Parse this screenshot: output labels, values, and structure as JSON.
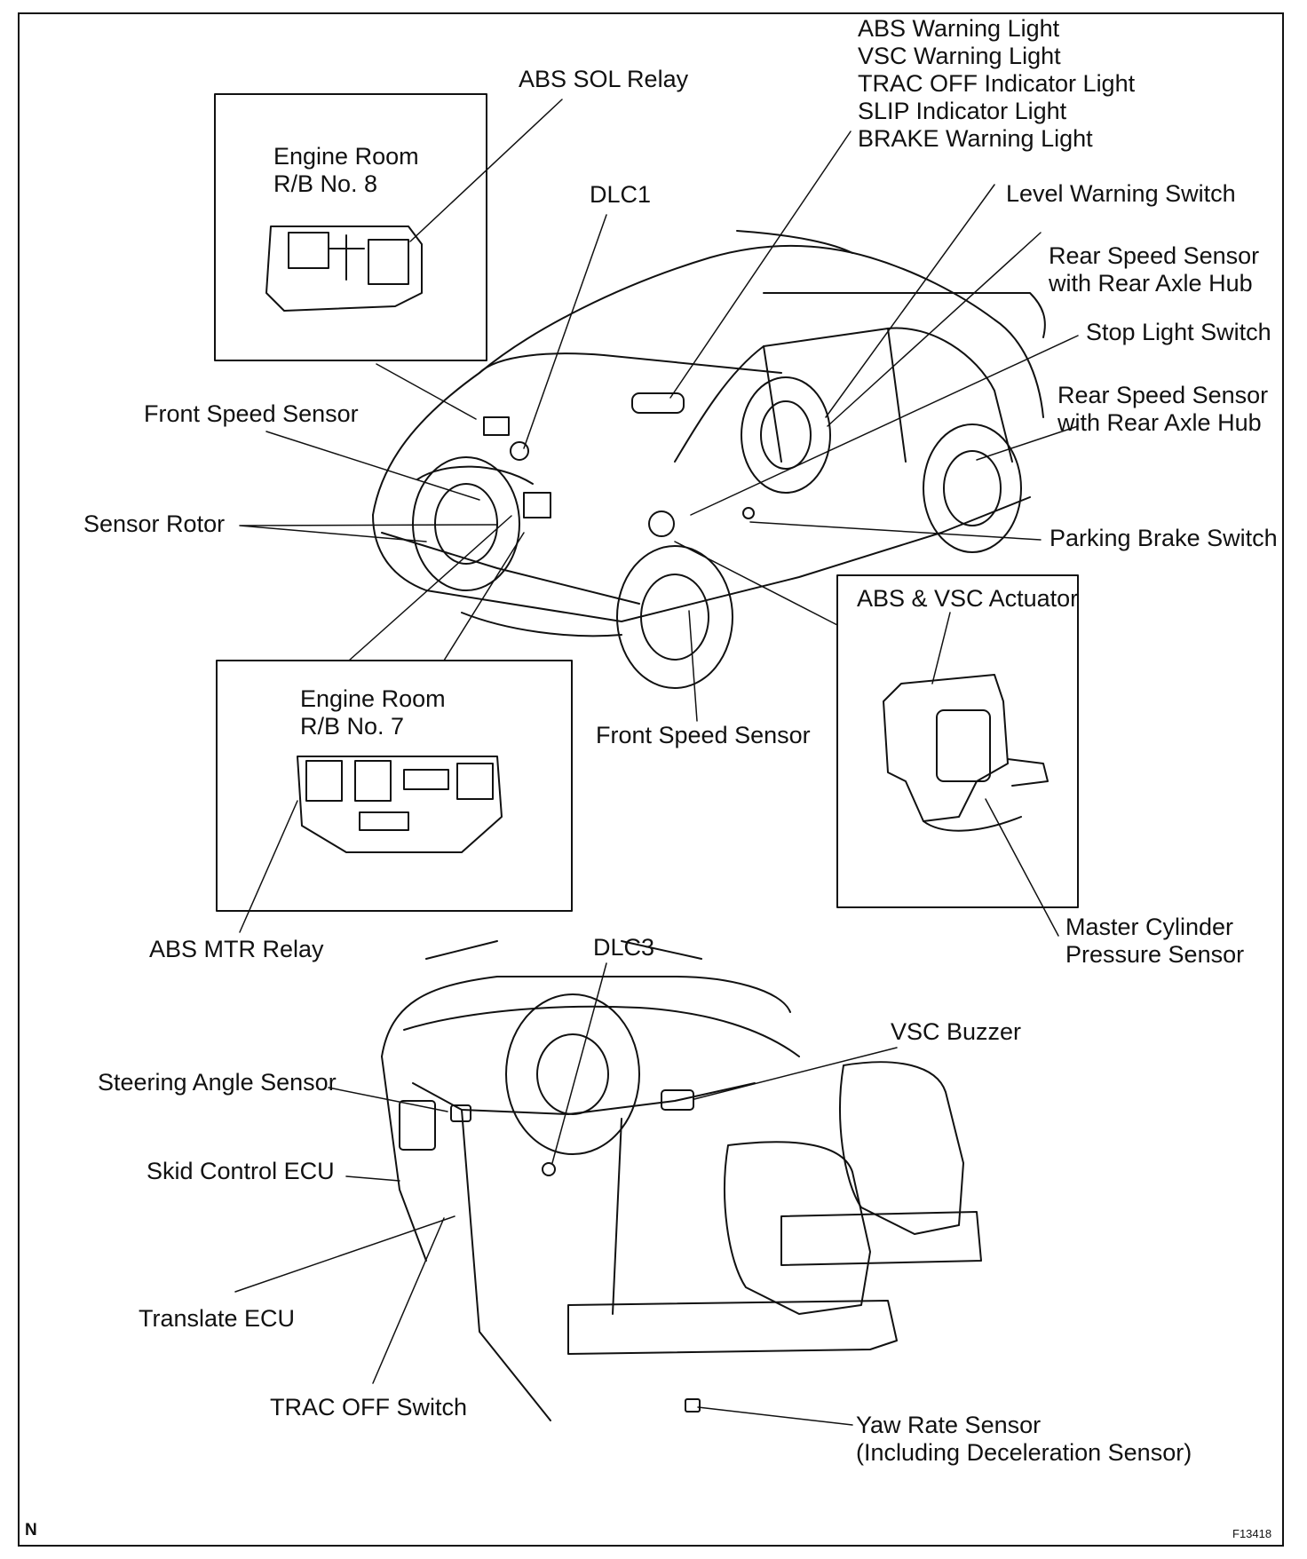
{
  "labels": {
    "abs_sol_relay": "ABS SOL Relay",
    "warning_lights": "ABS Warning Light\nVSC Warning Light\nTRAC OFF Indicator Light\nSLIP Indicator Light\nBRAKE Warning Light",
    "engine_room_rb8": "Engine Room\nR/B No. 8",
    "dlc1": "DLC1",
    "level_warning_switch": "Level Warning Switch",
    "rear_speed_sensor_1": "Rear Speed Sensor\nwith Rear Axle Hub",
    "stop_light_switch": "Stop Light Switch",
    "rear_speed_sensor_2": "Rear Speed Sensor\nwith Rear Axle Hub",
    "front_speed_sensor_top": "Front Speed Sensor",
    "sensor_rotor": "Sensor Rotor",
    "parking_brake_switch": "Parking Brake Switch",
    "abs_vsc_actuator": "ABS & VSC Actuator",
    "engine_room_rb7": "Engine Room\nR/B No. 7",
    "front_speed_sensor_bottom": "Front Speed Sensor",
    "master_cylinder_pressure_sensor": "Master Cylinder\nPressure Sensor",
    "abs_mtr_relay": "ABS MTR Relay",
    "dlc3": "DLC3",
    "vsc_buzzer": "VSC Buzzer",
    "steering_angle_sensor": "Steering Angle Sensor",
    "skid_control_ecu": "Skid Control ECU",
    "translate_ecu": "Translate ECU",
    "trac_off_switch": "TRAC OFF Switch",
    "yaw_rate_sensor": "Yaw Rate Sensor\n(Including Deceleration Sensor)"
  },
  "corner_mark": "N",
  "figure_code": "F13418"
}
